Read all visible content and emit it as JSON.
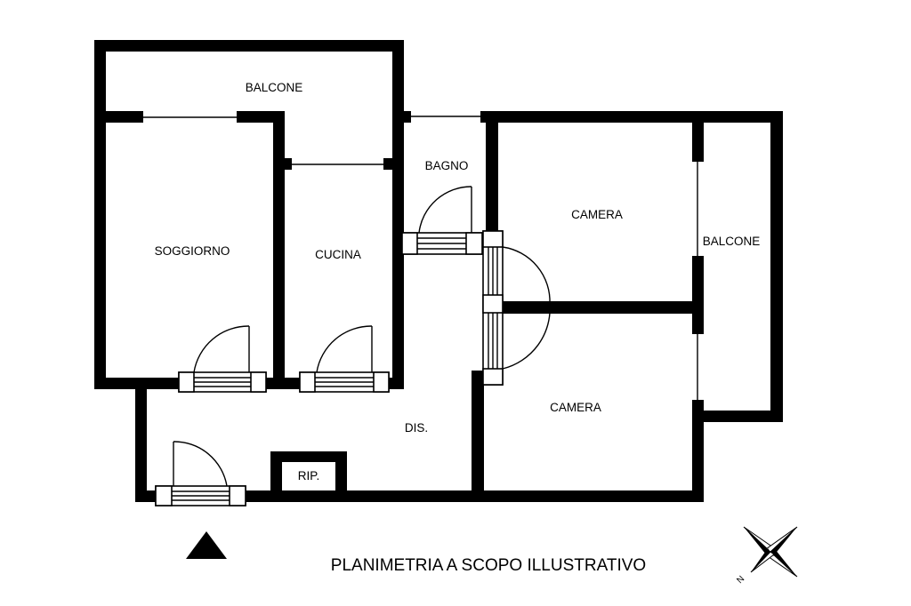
{
  "rooms": {
    "balcone_top": "BALCONE",
    "soggiorno": "SOGGIORNO",
    "cucina": "CUCINA",
    "bagno": "BAGNO",
    "camera_top": "CAMERA",
    "balcone_right": "BALCONE",
    "camera_bottom": "CAMERA",
    "dis": "DIS.",
    "rip": "RIP."
  },
  "caption": "PLANIMETRIA A SCOPO ILLUSTRATIVO",
  "compass": {
    "north_label": "N"
  },
  "colors": {
    "wall": "#000000",
    "background": "#ffffff"
  }
}
